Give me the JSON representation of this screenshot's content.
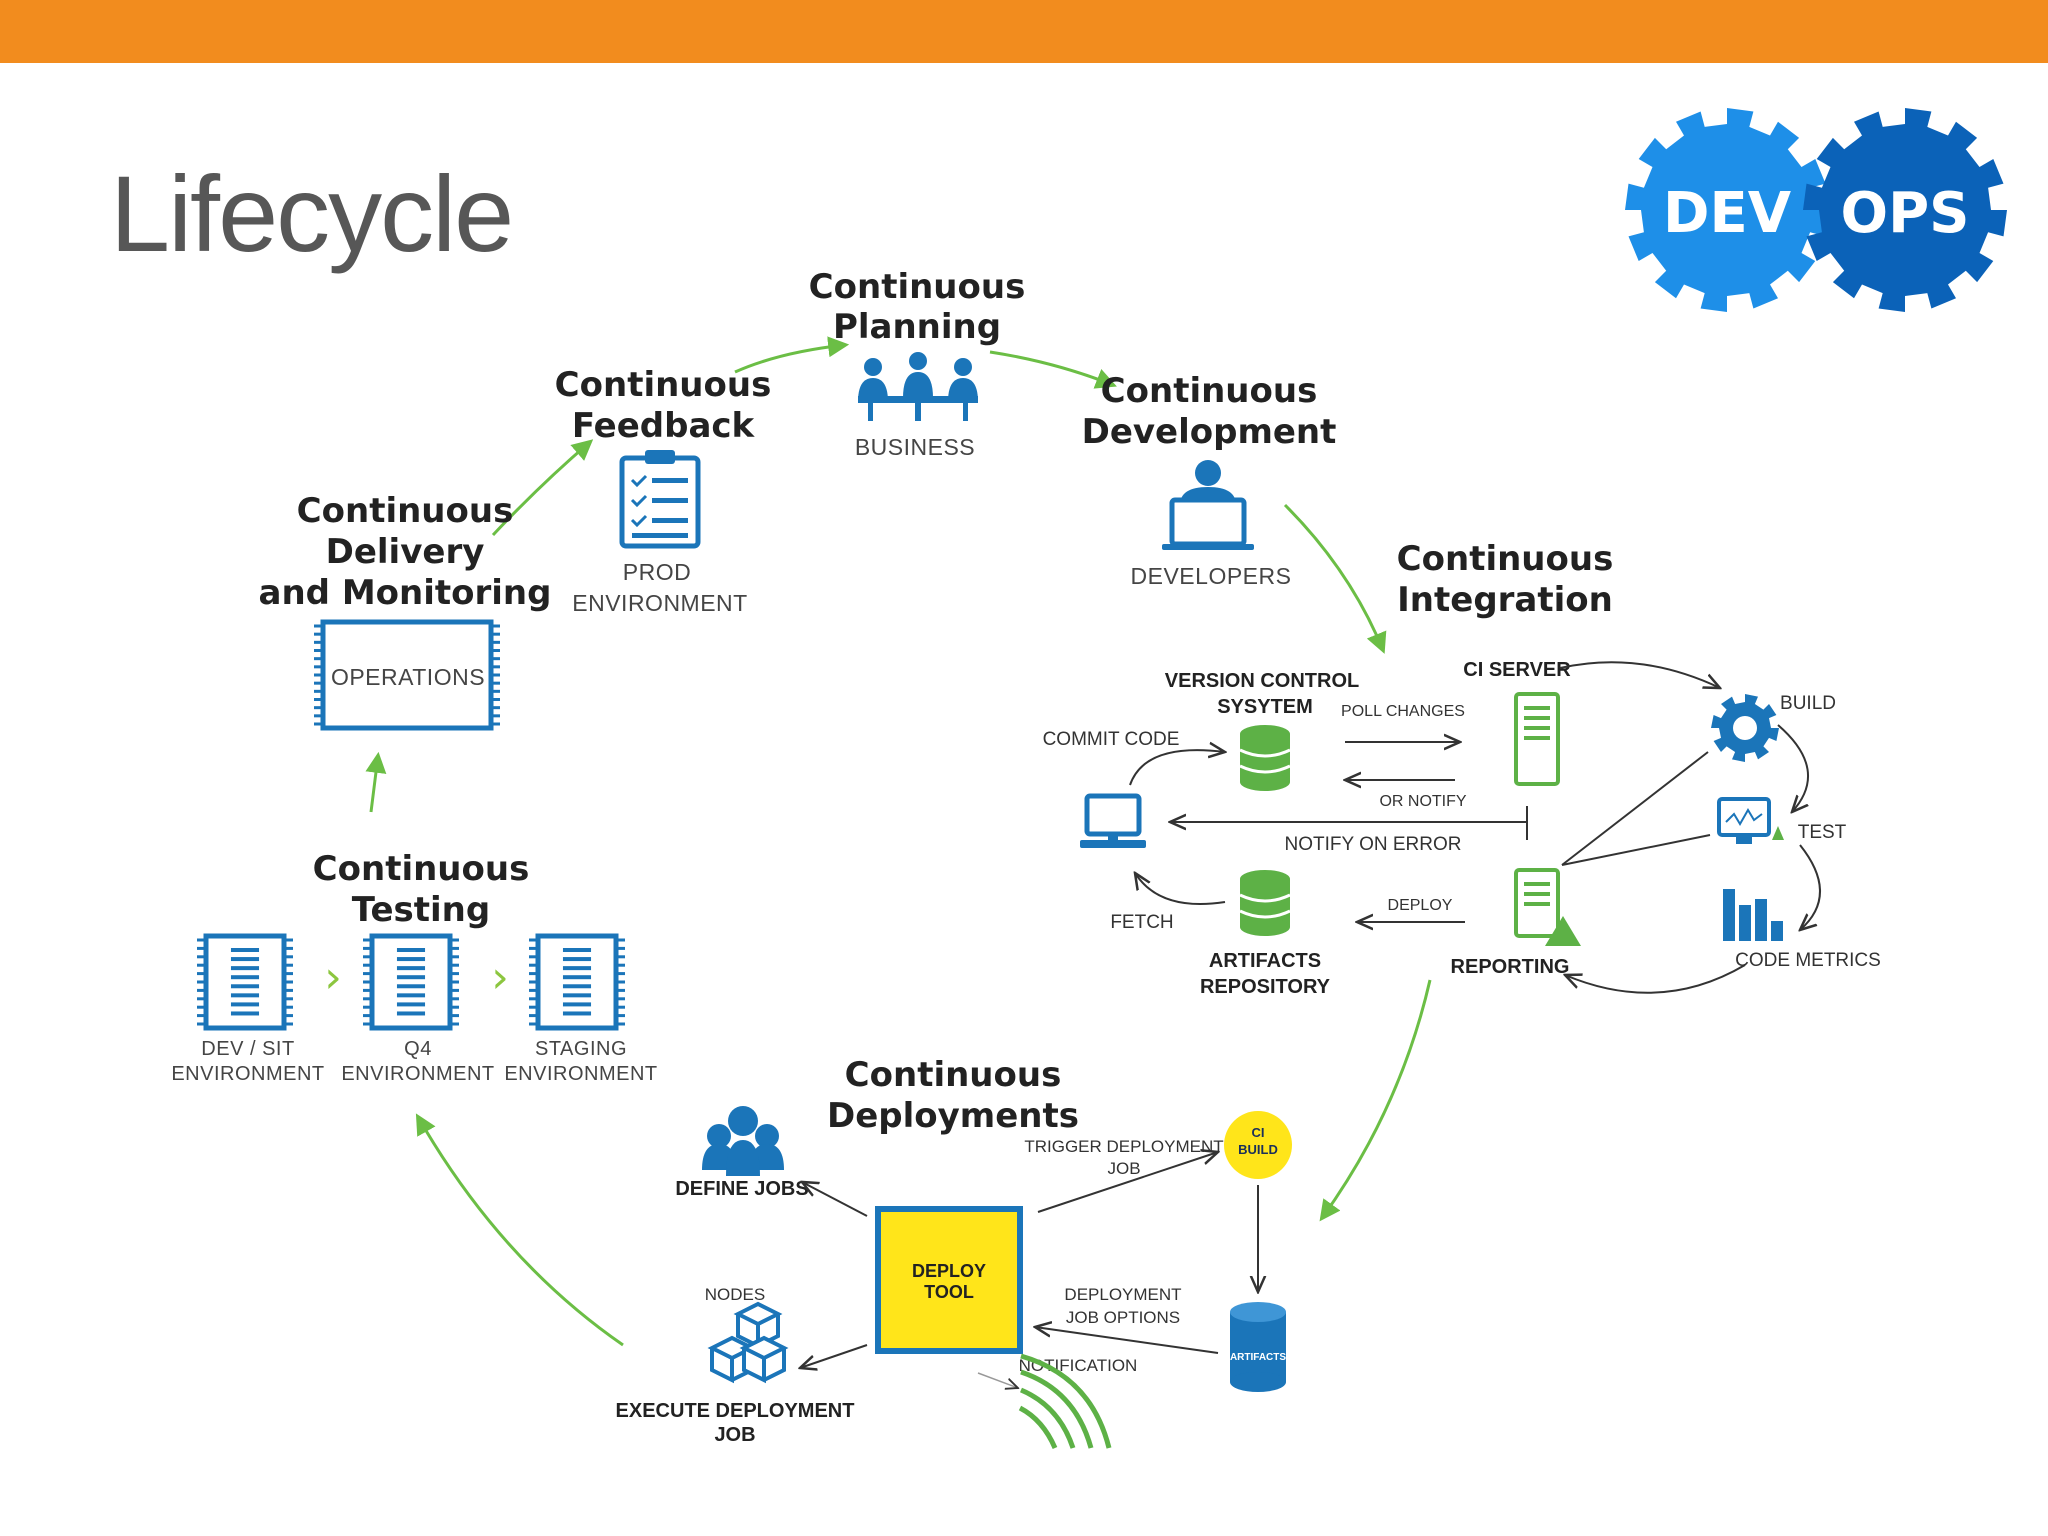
{
  "title": "Lifecycle",
  "colors": {
    "top_bar": "#F28C1E",
    "arrow_green": "#6BBE45",
    "icon_blue": "#1B75B9",
    "icon_green": "#5DB146",
    "deploy_yellow": "#FFE51A",
    "logo_light": "#1E8FE8",
    "logo_dark": "#0B62B8"
  },
  "logo": {
    "left": "DEV",
    "right": "OPS"
  },
  "stages": {
    "planning": {
      "line1": "Continuous",
      "line2": "Planning",
      "caption": "BUSINESS"
    },
    "development": {
      "line1": "Continuous",
      "line2": "Development",
      "caption": "DEVELOPERS"
    },
    "integration": {
      "line1": "Continuous",
      "line2": "Integration"
    },
    "deployments": {
      "line1": "Continuous",
      "line2": "Deployments"
    },
    "testing": {
      "line1": "Continuous",
      "line2": "Testing"
    },
    "delivery": {
      "line1": "Continuous",
      "line2": "Delivery",
      "line3": "and Monitoring",
      "box": "OPERATIONS"
    },
    "feedback": {
      "line1": "Continuous",
      "line2": "Feedback",
      "caption1": "PROD",
      "caption2": "ENVIRONMENT"
    }
  },
  "testing_envs": [
    {
      "line1": "DEV / SIT",
      "line2": "ENVIRONMENT"
    },
    {
      "line1": "Q4",
      "line2": "ENVIRONMENT"
    },
    {
      "line1": "STAGING",
      "line2": "ENVIRONMENT"
    }
  ],
  "integration": {
    "version_control_1": "VERSION CONTROL",
    "version_control_2": "SYSYTEM",
    "ci_server": "CI SERVER",
    "commit_code": "COMMIT CODE",
    "poll_changes": "POLL CHANGES",
    "or_notify": "OR NOTIFY",
    "notify_on_error": "NOTIFY ON ERROR",
    "fetch": "FETCH",
    "deploy": "DEPLOY",
    "artifacts_1": "ARTIFACTS",
    "artifacts_2": "REPOSITORY",
    "reporting": "REPORTING",
    "build": "BUILD",
    "test": "TEST",
    "code_metrics": "CODE METRICS"
  },
  "deployments": {
    "define_jobs": "DEFINE JOBS",
    "deploy_tool_1": "DEPLOY",
    "deploy_tool_2": "TOOL",
    "trigger_1": "TRIGGER DEPLOYMENT",
    "trigger_2": "JOB",
    "ci_build_1": "CI",
    "ci_build_2": "BUILD",
    "nodes": "NODES",
    "execute_1": "EXECUTE DEPLOYMENT",
    "execute_2": "JOB",
    "job_options_1": "DEPLOYMENT",
    "job_options_2": "JOB OPTIONS",
    "notification": "NOTIFICATION",
    "artifacts": "ARTIFACTS"
  }
}
